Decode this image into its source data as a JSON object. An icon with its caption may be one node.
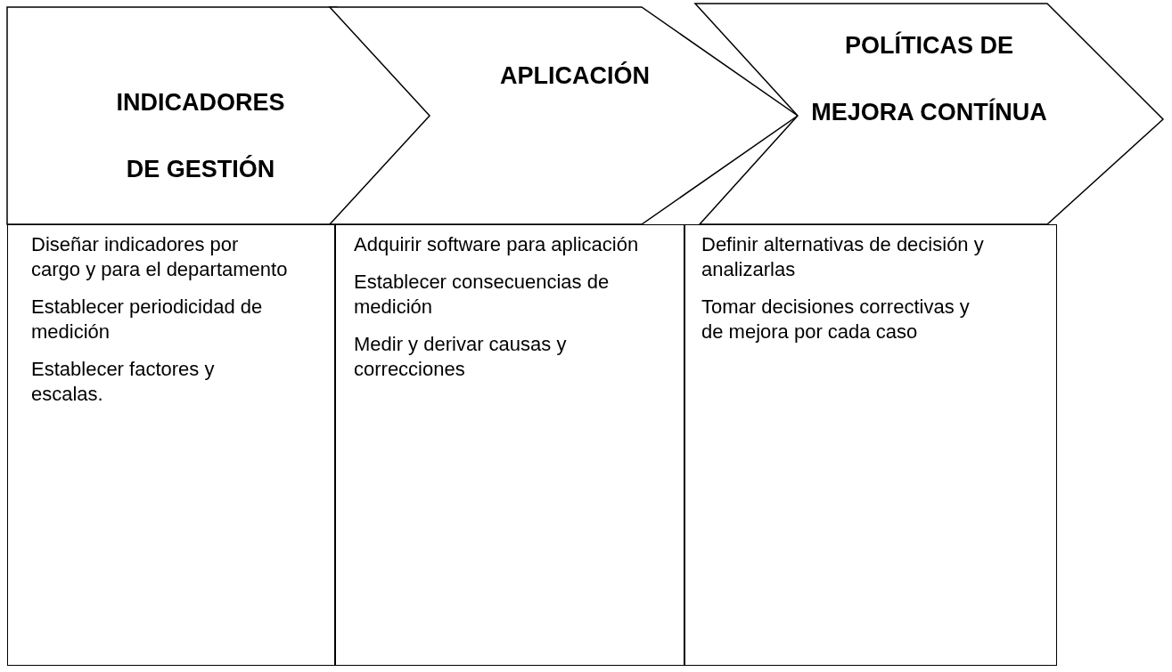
{
  "diagram": {
    "nodes": [
      {
        "text": [
          "INDICADORES DE GESTIÓN"
        ]
      },
      {
        "text": [
          "APLICACIÓN"
        ]
      },
      {
        "text": [
          "POLÍTICAS DE MEJORA CONTÍNUA"
        ]
      },
      {
        "text": [
          "Diseñar indicadores por cargo y para el departamento",
          "Establecer periodicidad de medición",
          "Establecer factores y escalas."
        ]
      },
      {
        "text": [
          "Adquirir software para aplicación",
          "Establecer consecuencias de medición",
          "Medir y derivar causas y correcciones"
        ]
      },
      {
        "text": [
          "Definir alternativas de decisión y analizarlas",
          "Tomar decisiones correctivas y de mejora por cada caso"
        ]
      }
    ]
  }
}
